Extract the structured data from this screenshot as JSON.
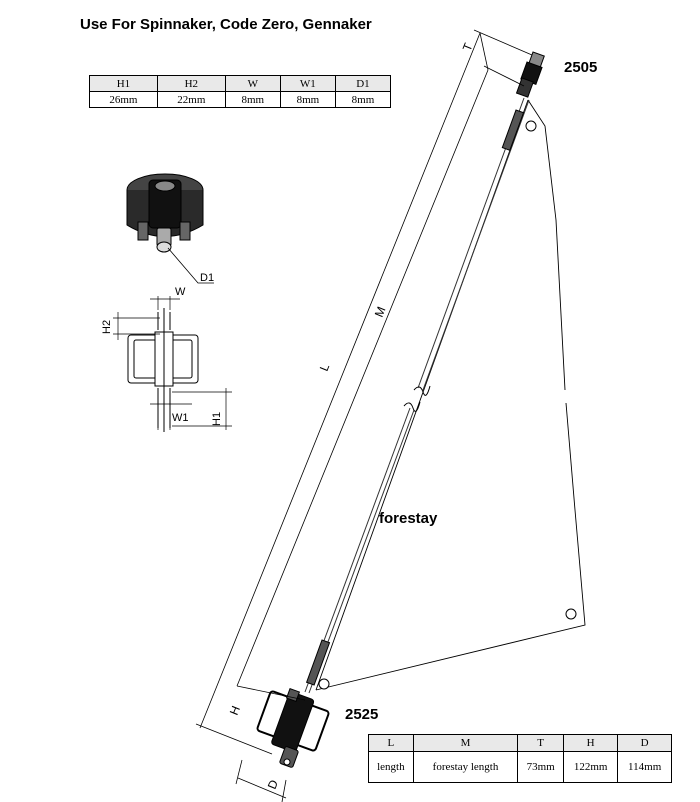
{
  "title": "Use For Spinnaker, Code Zero, Gennaker",
  "top_part": "2505",
  "bottom_part": "2525",
  "forestay_label": "forestay",
  "small_table": {
    "headers": [
      "H1",
      "H2",
      "W",
      "W1",
      "D1"
    ],
    "values": [
      "26mm",
      "22mm",
      "8mm",
      "8mm",
      "8mm"
    ]
  },
  "big_table": {
    "headers": [
      "L",
      "M",
      "T",
      "H",
      "D"
    ],
    "values": [
      "length",
      "forestay length",
      "73mm",
      "122mm",
      "114mm"
    ]
  },
  "dimension_labels": {
    "d1": "D1",
    "w": "W",
    "h2": "H2",
    "h1": "H1",
    "w1": "W1",
    "t": "T",
    "m": "M",
    "l": "L",
    "h": "H",
    "d": "D"
  }
}
